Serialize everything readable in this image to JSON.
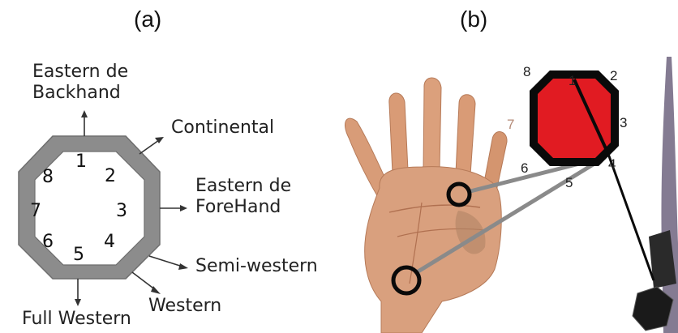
{
  "panels": {
    "a_label": "(a)",
    "b_label": "(b)"
  },
  "diagram_a": {
    "grips": {
      "eastern_backhand": [
        "Eastern de",
        "Backhand"
      ],
      "continental": "Continental",
      "eastern_forehand": [
        "Eastern de",
        "ForeHand"
      ],
      "semi_western": "Semi-western",
      "western": "Western",
      "full_western": "Full Western"
    },
    "bevels": [
      "1",
      "2",
      "3",
      "4",
      "5",
      "6",
      "7",
      "8"
    ]
  },
  "diagram_b": {
    "bevels": [
      "1",
      "2",
      "3",
      "4",
      "5",
      "6",
      "7",
      "8"
    ],
    "colors": {
      "octagon_fill": "#e11b22",
      "octagon_border": "#0a0a0a",
      "bevel7": "#b58b78"
    }
  }
}
